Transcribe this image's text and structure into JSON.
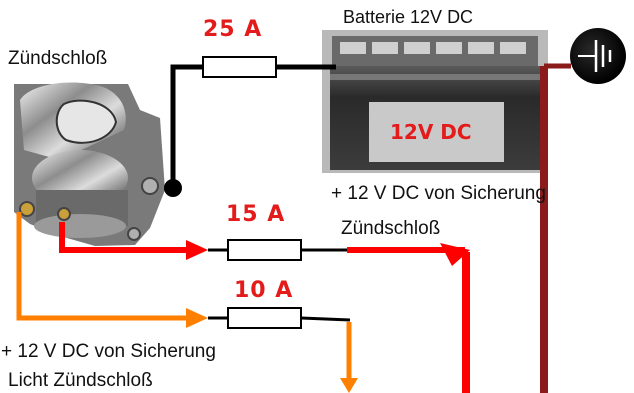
{
  "labels": {
    "ignition_switch": "Zündschloß",
    "battery_title": "Batterie 12V DC",
    "battery_face": "12V DC",
    "fuse_main": "25 A",
    "fuse_ignition": "15 A",
    "fuse_light": "10 A",
    "ignition_feed_line1": "+ 12 V DC von Sicherung",
    "ignition_feed_line2": "Zündschloß",
    "light_feed_line1": "+ 12 V DC von Sicherung",
    "light_feed_line2": "Licht Zündschloß"
  },
  "icons": [
    "ground-symbol-icon",
    "ignition-switch-image",
    "battery-image"
  ],
  "colors": {
    "main_wire": "#000000",
    "ignition_wire": "#ff0000",
    "light_wire": "#ff7f00",
    "ground_wire": "#8b1a1a",
    "amp_text": "#e31b1b"
  }
}
